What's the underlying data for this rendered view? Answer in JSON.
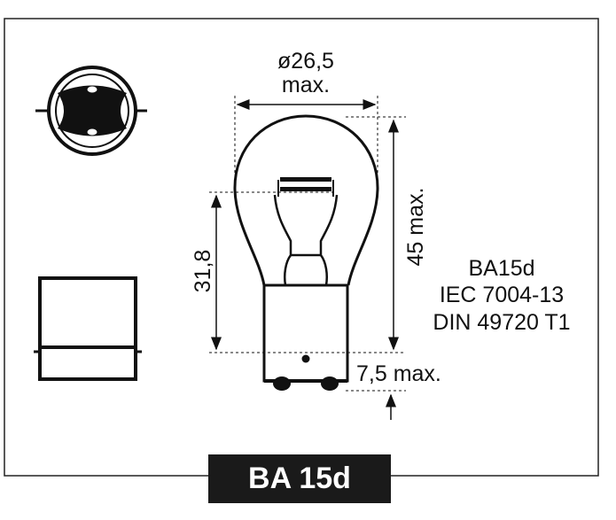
{
  "dimensions": {
    "diameter": "ø26,5",
    "diameter_note": "max.",
    "height": "45 max.",
    "filament_height": "31,8",
    "pin_offset": "7,5 max."
  },
  "spec_lines": [
    "BA15d",
    "IEC 7004-13",
    "DIN 49720 T1"
  ],
  "label": "BA 15d"
}
